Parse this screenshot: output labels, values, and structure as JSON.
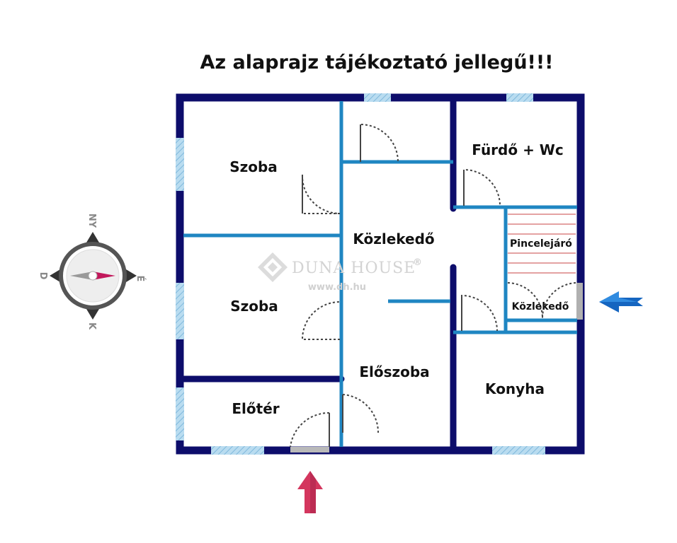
{
  "title": "Az alaprajz tájékoztató jellegű!!!",
  "rooms": {
    "szoba_top": "Szoba",
    "szoba_bottom": "Szoba",
    "eloter": "Előtér",
    "kozlekedo_main": "Közlekedő",
    "eloszoba": "Előszoba",
    "furdo_wc": "Fürdő + Wc",
    "pincelejaro": "Pincelejáró",
    "kozlekedo_small": "Közlekedő",
    "konyha": "Konyha"
  },
  "watermark": {
    "brand": "DUNA HOUSE",
    "registered": "®",
    "url": "www.dh.hu"
  },
  "compass": {
    "north": "NY",
    "east": "É",
    "south": "K",
    "west": "D"
  },
  "colors": {
    "outer_wall": "#0d0d6b",
    "inner_wall": "#1f86c2",
    "window": "#8ec5e4",
    "door_swing": "#444444",
    "entrance_arrow": "#d4365e",
    "side_arrow": "#1565c0",
    "compass_ring": "#555555",
    "compass_needle_east": "#c2185b"
  },
  "icons": {
    "entrance": "up-arrow-icon",
    "side_entrance": "left-arrow-icon",
    "compass": "compass-icon",
    "watermark_logo": "diamond-logo-icon"
  }
}
